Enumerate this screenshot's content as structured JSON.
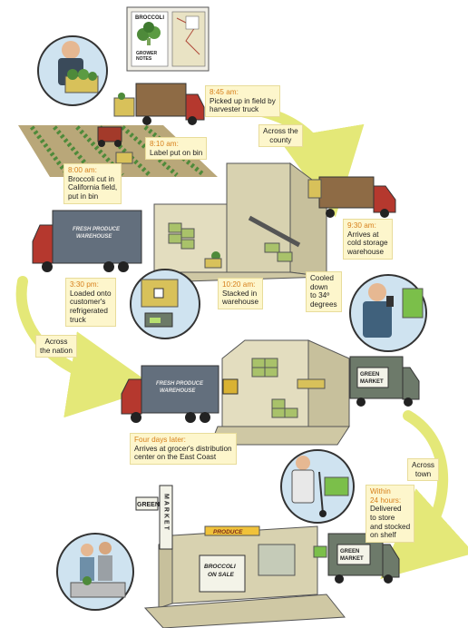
{
  "steps": [
    {
      "time": "8:00 am:",
      "desc": "Broccoli cut in\nCalifornia field,\nput in bin"
    },
    {
      "time": "8:10 am:",
      "desc": "Label put on bin"
    },
    {
      "time": "8:45 am:",
      "desc": "Picked up in field by\nharvester truck"
    },
    {
      "time": "9:30 am:",
      "desc": "Arrives at\ncold storage\nwarehouse"
    },
    {
      "time": "",
      "desc": "Cooled\ndown\nto 34º\ndegrees"
    },
    {
      "time": "10:20 am:",
      "desc": "Stacked in\nwarehouse"
    },
    {
      "time": "3:30 pm:",
      "desc": "Loaded onto\ncustomer's\nrefrigerated\ntruck"
    },
    {
      "time": "Four days later:",
      "desc": "Arrives at grocer's distribution\ncenter on the East Coast"
    },
    {
      "time": "Within\n24 hours:",
      "desc": "Delivered\nto store\nand stocked\non shelf"
    }
  ],
  "routes": {
    "county": "Across the\ncounty",
    "nation": "Across\nthe nation",
    "town": "Across\ntown"
  },
  "signs": {
    "broccoli_label": "BROCCOLI",
    "grower_notes": "GROWER\nNOTES",
    "truck_line1": "FRESH PRODUCE",
    "truck_line2": "WAREHOUSE",
    "green": "GREEN",
    "market": "MARKET",
    "market_vertical": "MARKET",
    "produce": "PRODUCE",
    "on_sale": "BROCCOLI\nON SALE"
  },
  "colors": {
    "label_bg": "#fdf6cc",
    "time_text": "#d7801c",
    "arrow": "#e4e878",
    "truck_cab": "#b5382e",
    "broccoli": "#4e8a3a",
    "building": "#d8d2b0"
  }
}
